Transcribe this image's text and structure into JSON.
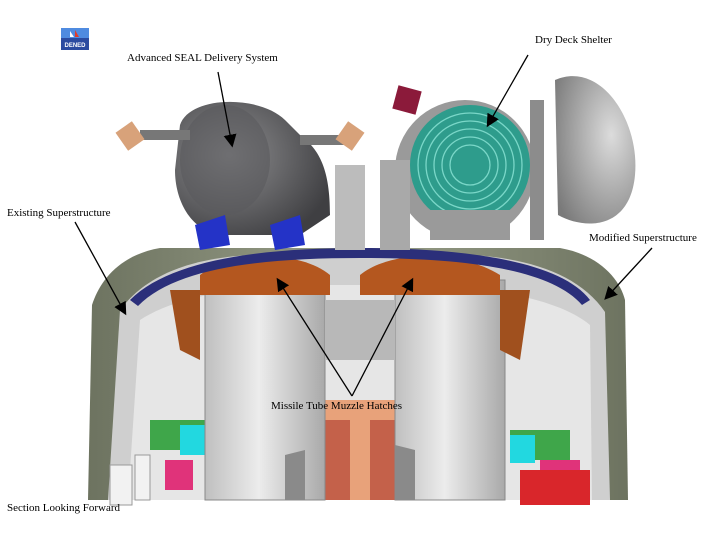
{
  "logo": {
    "text": "DENED"
  },
  "labels": {
    "dry_deck_shelter": "Dry Deck Shelter",
    "asds": "Advanced SEAL Delivery System",
    "existing_superstructure": "Existing Superstructure",
    "modified_superstructure": "Modified Superstructure",
    "missile_tube_hatches": "Missile Tube Muzzle Hatches",
    "section_looking_forward": "Section Looking Forward"
  },
  "colors": {
    "hull": "#7a8066",
    "hull_inner": "#d9d9d9",
    "tube": "#d6d6d6",
    "hatch": "#b4571f",
    "deck_blue": "#2b2f7a",
    "shelter_teal": "#2e9c8c",
    "asds_gray": "#6e6e70",
    "magenta": "#e0337a",
    "cyan": "#22d8e0",
    "green": "#3fa64a",
    "red": "#d9262b"
  }
}
